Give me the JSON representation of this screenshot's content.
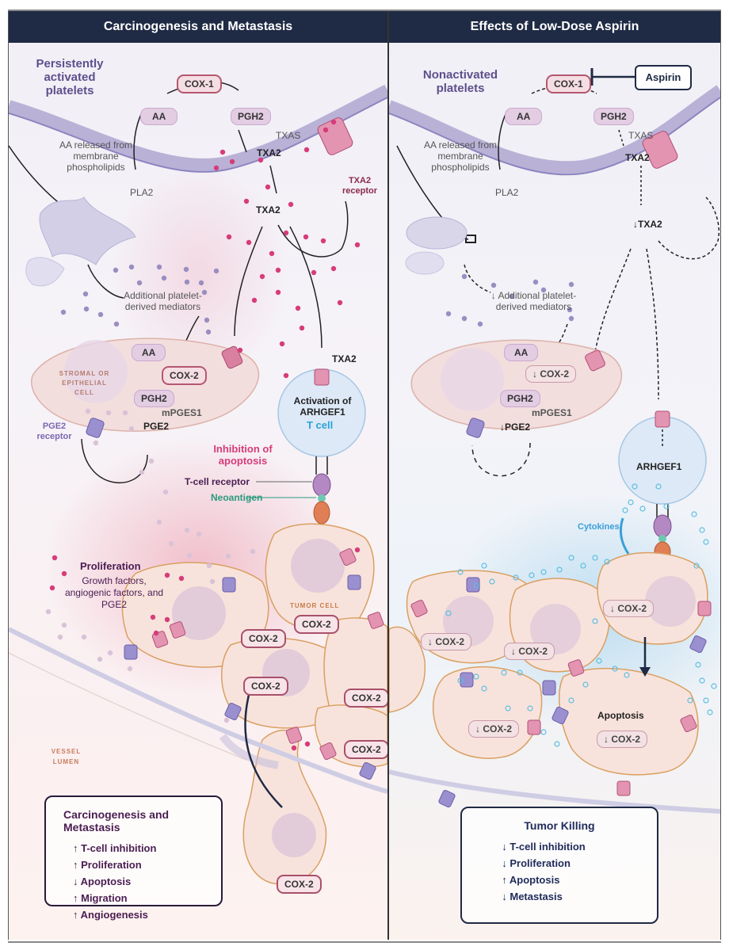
{
  "left_panel": {
    "title": "Carcinogenesis and Metastasis",
    "platelet_label": "Persistently activated platelets",
    "cox1": "COX-1",
    "aa": "AA",
    "pgh2": "PGH2",
    "txas": "TXAS",
    "txa2_membrane": "TXA2",
    "aa_release": "AA released from membrane phospholipids",
    "pla2": "PLA2",
    "txa2_receptor": "TXA2 receptor",
    "txa2_free": "TXA2",
    "mediators": "Additional platelet-derived mediators",
    "stromal_cell": "STROMAL OR EPITHELIAL CELL",
    "cell_aa": "AA",
    "cell_cox2": "COX-2",
    "cell_pgh2": "PGH2",
    "mpges1": "mPGES1",
    "pge2": "PGE2",
    "pge2_receptor": "PGE2 receptor",
    "tcell_txa2": "TXA2",
    "activation": "Activation of ARHGEF1",
    "tcell": "T cell",
    "inhibition": "Inhibition of apoptosis",
    "tcr": "T-cell receptor",
    "neoantigen": "Neoantigen",
    "proliferation": "Proliferation",
    "growth_factors": "Growth factors, angiogenic factors, and PGE2",
    "tumor_cell": "TUMOR CELL",
    "tumor_cox2": [
      "COX-2",
      "COX-2",
      "COX-2",
      "COX-2",
      "COX-2",
      "COX-2"
    ],
    "vessel_lumen": "VESSEL LUMEN",
    "summary": {
      "title": "Carcinogenesis and Metastasis",
      "items": [
        "↑ T-cell inhibition",
        "↑ Proliferation",
        "↓ Apoptosis",
        "↑ Migration",
        "↑ Angiogenesis"
      ]
    }
  },
  "right_panel": {
    "title": "Effects of Low-Dose Aspirin",
    "platelet_label": "Nonactivated platelets",
    "cox1": "COX-1",
    "aspirin": "Aspirin",
    "aa": "AA",
    "pgh2": "PGH2",
    "txas": "TXAS",
    "txa2_membrane": "TXA2",
    "aa_release": "AA released from membrane phospholipids",
    "pla2": "PLA2",
    "txa2_reduced": "↓TXA2",
    "mediators": "↓ Additional platelet-derived mediators",
    "cell_aa": "AA",
    "cell_cox2": "↓ COX-2",
    "cell_pgh2": "PGH2",
    "mpges1": "mPGES1",
    "pge2": "↓PGE2",
    "arhgef1": "ARHGEF1",
    "cytokines": "Cytokines",
    "tumor_cox2": [
      "↓ COX-2",
      "↓ COX-2",
      "↓ COX-2",
      "↓ COX-2",
      "↓ COX-2"
    ],
    "apoptosis": "Apoptosis",
    "summary": {
      "title": "Tumor Killing",
      "items": [
        "↓ T-cell inhibition",
        "↓ Proliferation",
        "↑ Apoptosis",
        "↓ Metastasis"
      ]
    }
  },
  "colors": {
    "header": "#1f2a44",
    "platelet_text": "#5e4f8c",
    "txa2_dot": "#d63c7a",
    "inhibition": "#d63c7a",
    "tcell_label": "#2aa3d6",
    "neoantigen": "#2a9a7e",
    "tcr": "#4a1d52",
    "cytokines": "#3a9fd8"
  }
}
